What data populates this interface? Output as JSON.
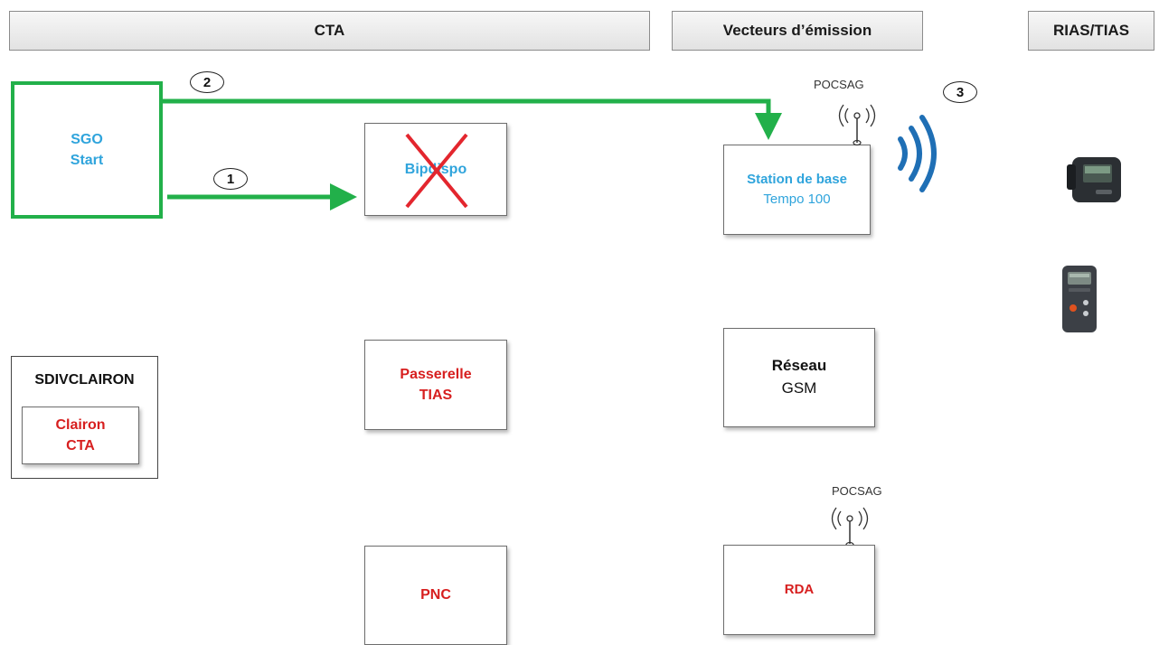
{
  "headers": {
    "cta": "CTA",
    "vecteurs": "Vecteurs d’émission",
    "rias": "RIAS/TIAS"
  },
  "boxes": {
    "sgo": {
      "line1": "SGO",
      "line2": "Start"
    },
    "bipdispo": {
      "label": "Bipdispo",
      "crossed": true
    },
    "station": {
      "line1": "Station de base",
      "line2": "Tempo 100"
    },
    "sdivclairon": {
      "title": "SDIVCLAIRON"
    },
    "clairon": {
      "line1": "Clairon",
      "line2": "CTA"
    },
    "passerelle": {
      "line1": "Passerelle",
      "line2": "TIAS"
    },
    "reseau": {
      "line1": "Réseau",
      "line2": "GSM"
    },
    "pnc": {
      "label": "PNC"
    },
    "rda": {
      "label": "RDA"
    }
  },
  "antennas": {
    "top": {
      "label": "POCSAG"
    },
    "bottom": {
      "label": "POCSAG"
    }
  },
  "steps": [
    "1",
    "2",
    "3"
  ],
  "colors": {
    "arrow": "#22b04a",
    "red": "#d71f1f",
    "blue": "#2fa4dc",
    "signal": "#1f6fb5",
    "cross": "#e3262e"
  },
  "icons": {
    "signal_waves": "radio-waves-icon",
    "device_top": "pager-device-icon",
    "device_bottom": "pager-device-icon"
  }
}
